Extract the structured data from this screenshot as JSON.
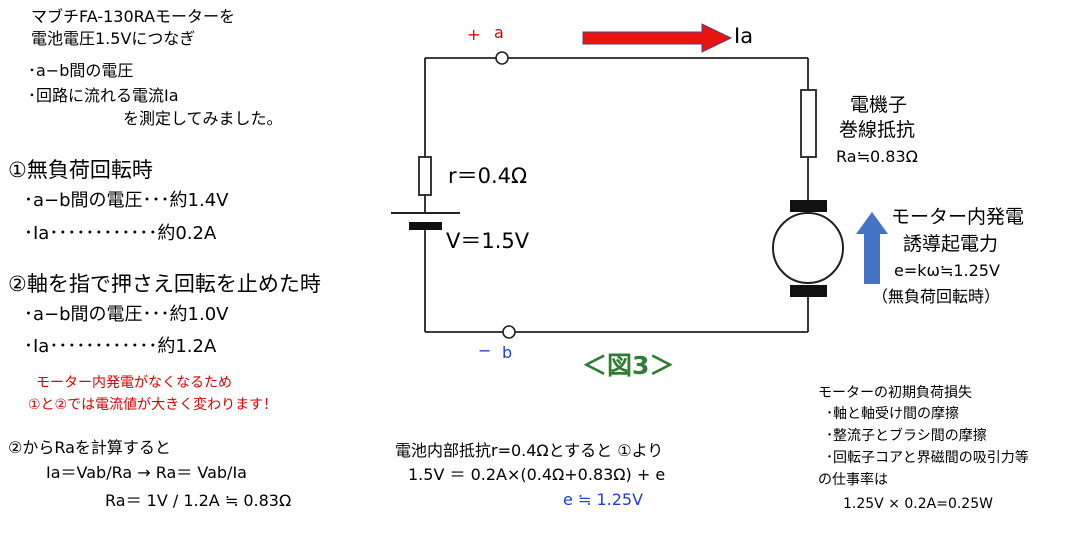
{
  "intro": {
    "line1": "マブチFA-130RAモーターを",
    "line2": "電池電圧1.5Vにつなぎ",
    "item1": "･a−b間の電圧",
    "item2": "･回路に流れる電流Ia",
    "item3": "を測定してみました。"
  },
  "case1": {
    "title": "①無負荷回転時",
    "voltage": "･a−b間の電圧･･･約1.4V",
    "current": "･Ia････････････約0.2A"
  },
  "case2": {
    "title": "②軸を指で押さえ回転を止めた時",
    "voltage": "･a−b間の電圧･･･約1.0V",
    "current": "･Ia････････････約1.2A"
  },
  "note": {
    "line1": "モーター内発電がなくなるため",
    "line2": "①と②では電流値が大きく変わります！"
  },
  "calc_ra": {
    "line1": "②からRaを計算すると",
    "line2": "Ia＝Vab/Ra → Ra＝ Vab/Ia",
    "line3": "Ra＝ 1V / 1.2A ≒ 0.83Ω"
  },
  "circuit": {
    "terminal_a": "a",
    "terminal_b": "b",
    "plus": "+",
    "minus": "−",
    "current_label": "Ia",
    "internal_r": "r＝0.4Ω",
    "battery_v": "V＝1.5V",
    "armature_line1": "電機子",
    "armature_line2": "巻線抵抗",
    "armature_value": "Ra≒0.83Ω",
    "emf_line1": "モーター内発電",
    "emf_line2": "誘導起電力",
    "emf_formula": "e=kω≒1.25V",
    "emf_condition": "（無負荷回転時）",
    "figure_label": "＜図3＞"
  },
  "calc_e": {
    "line1": "電池内部抵抗r=0.4Ωとすると ①より",
    "line2": "1.5V ＝ 0.2A×(0.4Ω+0.83Ω) + e",
    "line3": "e ≒ 1.25V"
  },
  "loss": {
    "title": "モーターの初期負荷損失",
    "item1": "･軸と軸受け間の摩擦",
    "item2": "･整流子とブラシ間の摩擦",
    "item3": "･回転子コアと界磁間の吸引力等",
    "item4": "の仕事率は",
    "item5": "1.25V × 0.2A=0.25W"
  },
  "colors": {
    "current_arrow": "#e8140f",
    "emf_arrow": "#4472c4",
    "note_text": "#e00000",
    "figure_label": "#2e7d32"
  }
}
